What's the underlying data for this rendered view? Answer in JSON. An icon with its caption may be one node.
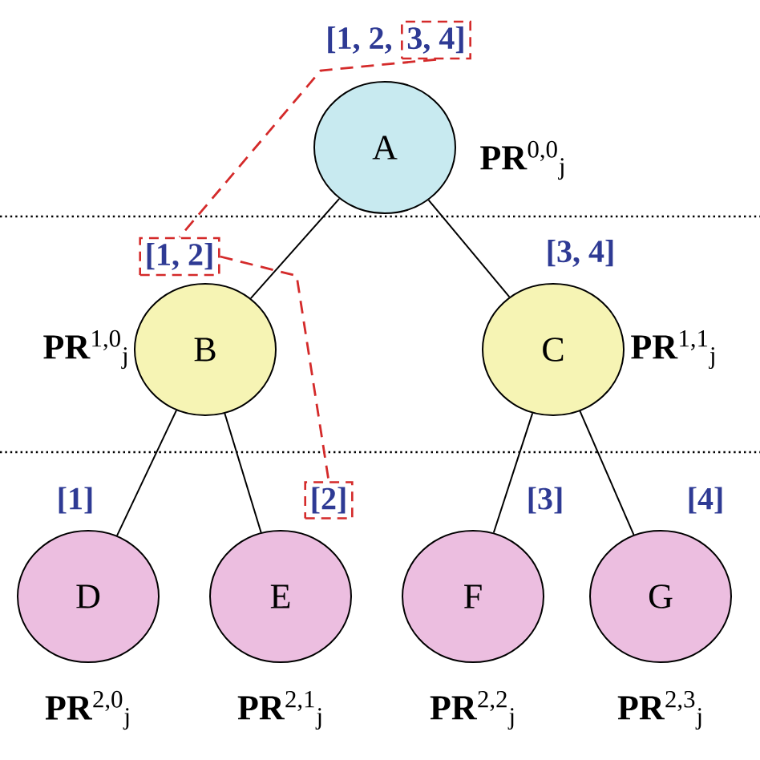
{
  "diagram": {
    "nodes": [
      {
        "text": [
          "A"
        ],
        "beside": [
          "[1, 2,",
          "**PR**$^{0,0}$$_{j}$"
        ]
      },
      {
        "text": [
          "B"
        ],
        "beside": [
          "**PR**$^{1,0}$$_{j}$"
        ]
      },
      {
        "text": [
          "C"
        ],
        "beside": [
          "[3, 4]",
          "**PR**$^{1,1}$$_{j}$"
        ]
      },
      {
        "text": [
          "D"
        ],
        "beside": [
          "[1]",
          "**PR**$^{2,0}$$_{j}$"
        ]
      },
      {
        "text": [
          "E"
        ],
        "beside": [
          "**PR**$^{2,1}$$_{j}$"
        ]
      },
      {
        "text": [
          "F"
        ],
        "beside": [
          "[3]",
          "**PR**$^{2,2}$$_{j}$"
        ]
      },
      {
        "text": [
          "G"
        ],
        "beside": [
          "[4]",
          "**PR**$^{2,3}$$_{j}$"
        ]
      },
      {
        "text": [
          "3, 4]"
        ]
      },
      {
        "text": [
          "[1, 2]"
        ]
      },
      {
        "text": [
          "[2]"
        ]
      }
    ],
    "edges": [
      {
        "from": 0,
        "to": 1,
        "arrow": "none"
      },
      {
        "from": 0,
        "to": 2,
        "arrow": "none"
      },
      {
        "from": 1,
        "to": 3,
        "arrow": "none"
      },
      {
        "from": 1,
        "to": 4,
        "arrow": "none"
      },
      {
        "from": 2,
        "to": 5,
        "arrow": "none"
      },
      {
        "from": 2,
        "to": 6,
        "arrow": "none"
      },
      {
        "from": 7,
        "to": 8,
        "arrow": "none",
        "style": "dashed",
        "color": "#d42a2a"
      },
      {
        "from": 8,
        "to": 9,
        "arrow": "none",
        "style": "dashed",
        "color": "#d42a2a"
      }
    ]
  }
}
